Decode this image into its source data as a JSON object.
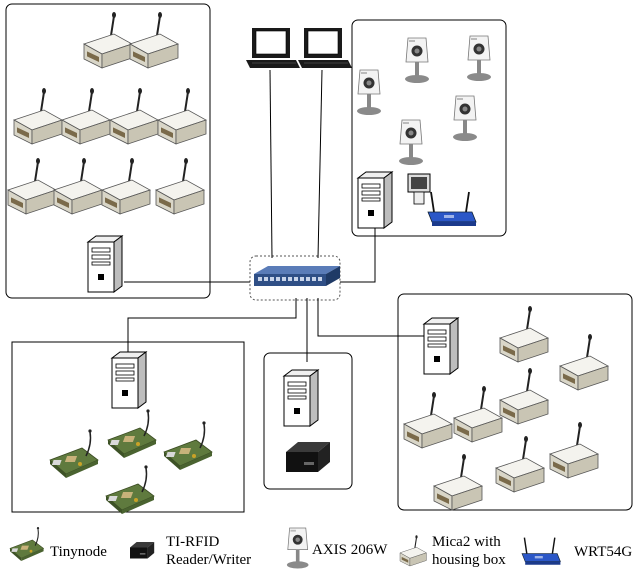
{
  "legend": {
    "tinynode": "Tinynode",
    "tirfid_line1": "TI-RFID",
    "tirfid_line2": "Reader/Writer",
    "axis": "AXIS 206W",
    "mica2_line1": "Mica2 with",
    "mica2_line2": "housing box",
    "wrt": "WRT54G"
  },
  "icons": {
    "mote": "mica2-mote-icon",
    "tower": "server-tower-icon",
    "laptop": "laptop-icon",
    "camera": "ip-camera-icon",
    "router": "wireless-router-icon",
    "switch": "network-switch-icon",
    "board": "tinynode-board-icon",
    "rfid": "rfid-reader-icon"
  },
  "colors": {
    "line": "#000000",
    "switch_blue": "#2f4f86",
    "router_blue": "#2b57c7",
    "mote_body": "#e9e7dc",
    "board_green": "#5f7a3e"
  }
}
